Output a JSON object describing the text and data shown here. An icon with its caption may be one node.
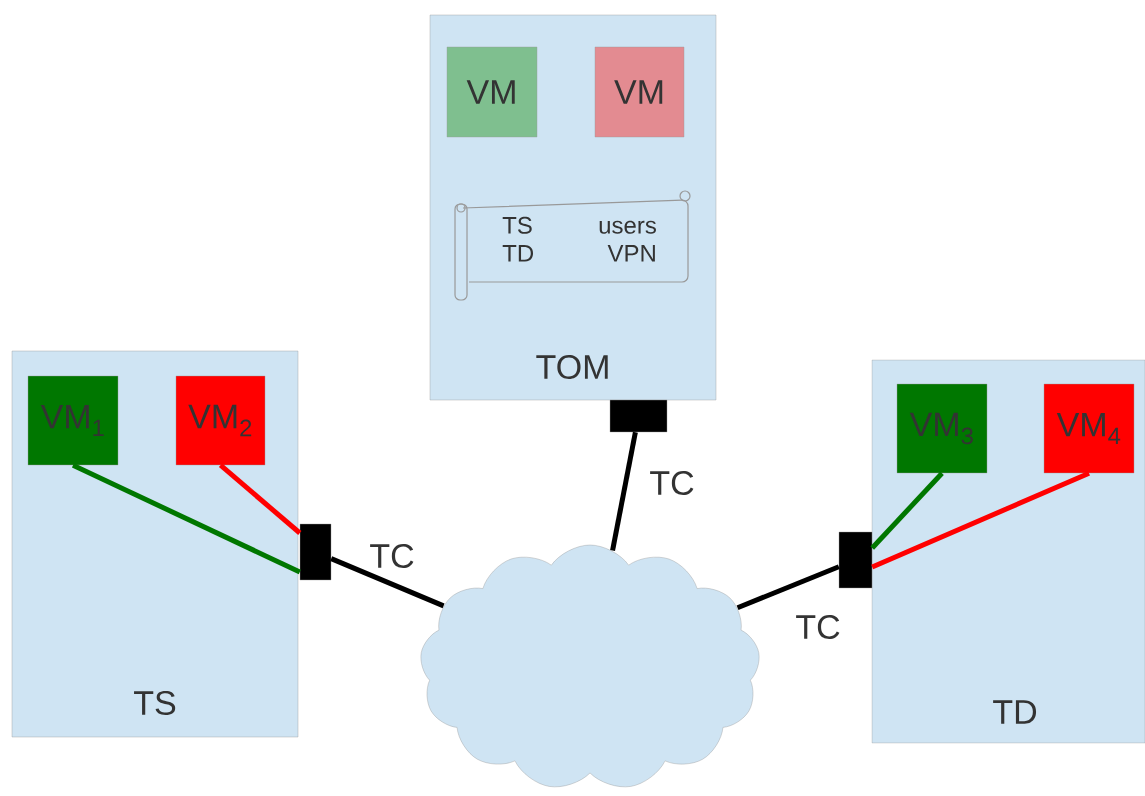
{
  "diagram": {
    "nodes": [
      {
        "text": [
          "TOM"
        ]
      },
      {
        "text": [
          "VM"
        ],
        "in": 0
      },
      {
        "text": [
          "VM"
        ],
        "in": 0
      },
      {
        "text": [
          "TS",
          "users",
          "TD",
          "VPN"
        ],
        "in": 0
      },
      {
        "text": [
          "TS"
        ]
      },
      {
        "text": [
          "VM$_{1}$"
        ],
        "in": 4
      },
      {
        "text": [
          "VM$_{2}$"
        ],
        "in": 4
      },
      {
        "text": [],
        "shape": "box"
      },
      {
        "text": [
          "TD"
        ]
      },
      {
        "text": [
          "VM$_{3}$"
        ],
        "in": 8
      },
      {
        "text": [
          "VM$_{4}$"
        ],
        "in": 8
      },
      {
        "text": [],
        "shape": "box"
      },
      {
        "text": [],
        "shape": "box"
      },
      {
        "text": [],
        "shape": "cloud"
      }
    ],
    "edges": [
      {
        "from": 5,
        "to": 7,
        "arrow": "none",
        "color": "#007700"
      },
      {
        "from": 6,
        "to": 7,
        "arrow": "none",
        "color": "#ff0000"
      },
      {
        "from": 9,
        "to": 11,
        "arrow": "none",
        "color": "#007700"
      },
      {
        "from": 10,
        "to": 11,
        "arrow": "none",
        "color": "#ff0000"
      },
      {
        "from": 7,
        "to": 13,
        "arrow": "none",
        "label": "TC"
      },
      {
        "from": 12,
        "to": 13,
        "arrow": "none",
        "label": "TC"
      },
      {
        "from": 11,
        "to": 13,
        "arrow": "none",
        "label": "TC"
      }
    ]
  }
}
